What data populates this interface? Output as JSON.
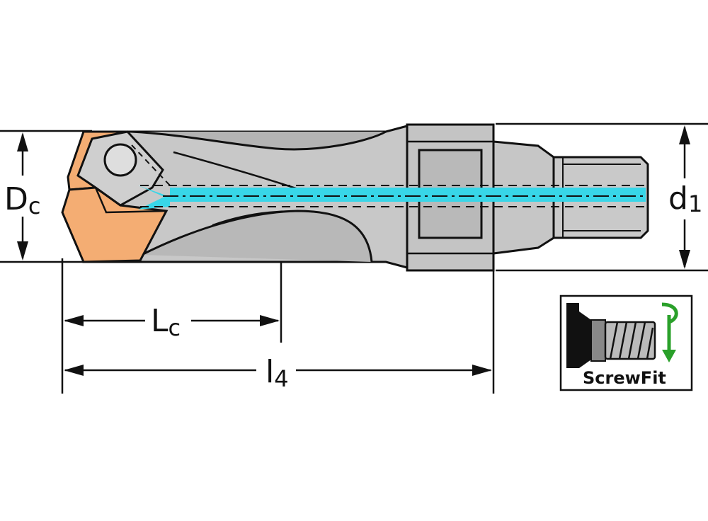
{
  "dimensions": {
    "dc": {
      "main": "D",
      "sub": "c"
    },
    "d1": {
      "main": "d",
      "sub": "1"
    },
    "lc": {
      "main": "L",
      "sub": "c"
    },
    "l4": {
      "main": "l",
      "sub": "4"
    }
  },
  "badge": {
    "label": "ScrewFit"
  },
  "colors": {
    "insert": "#f4ad73",
    "body": "#c8c8c8",
    "body_dark": "#a9a9a9",
    "coolant": "#38d6e8",
    "outline": "#111111",
    "arrow_green": "#2aa02a"
  }
}
